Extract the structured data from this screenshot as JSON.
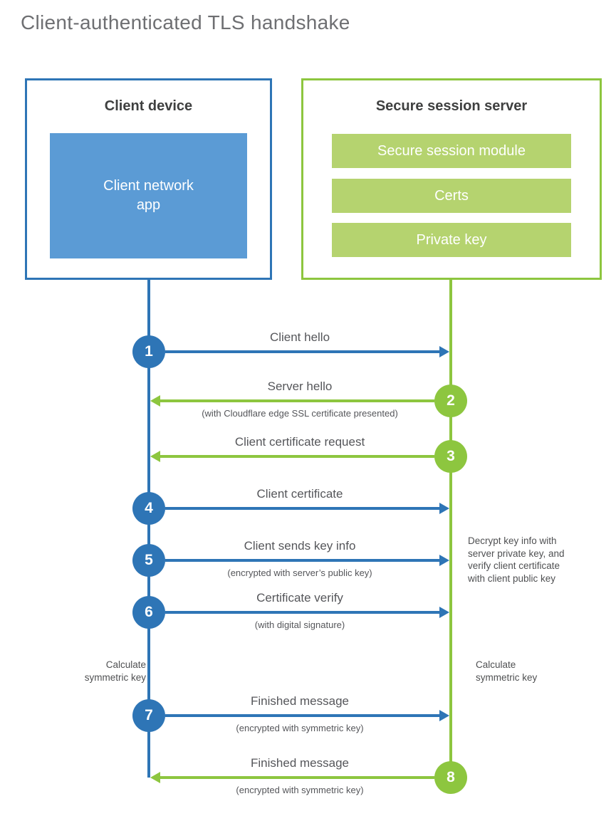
{
  "title": "Client-authenticated TLS handshake",
  "colors": {
    "blue": "#2e75b6",
    "blue_light": "#5b9bd5",
    "green": "#8dc63f",
    "green_light": "#b5d36f"
  },
  "client_box": {
    "title": "Client device",
    "app_label": "Client network\napp"
  },
  "server_box": {
    "title": "Secure session server",
    "modules": [
      "Secure session module",
      "Certs",
      "Private key"
    ]
  },
  "steps": [
    {
      "num": "1",
      "direction": "right",
      "label": "Client hello",
      "sub": ""
    },
    {
      "num": "2",
      "direction": "left",
      "label": "Server hello",
      "sub": "(with Cloudflare edge SSL certificate presented)"
    },
    {
      "num": "3",
      "direction": "left",
      "label": "Client certificate request",
      "sub": ""
    },
    {
      "num": "4",
      "direction": "right",
      "label": "Client certificate",
      "sub": ""
    },
    {
      "num": "5",
      "direction": "right",
      "label": "Client sends key info",
      "sub": "(encrypted with server’s public key)"
    },
    {
      "num": "6",
      "direction": "right",
      "label": "Certificate verify",
      "sub": "(with digital signature)"
    },
    {
      "num": "7",
      "direction": "right",
      "label": "Finished message",
      "sub": "(encrypted with symmetric key)"
    },
    {
      "num": "8",
      "direction": "left",
      "label": "Finished message",
      "sub": "(encrypted with symmetric key)"
    }
  ],
  "notes": {
    "decrypt": "Decrypt key info with\nserver private key, and\nverify client certificate\nwith client public key",
    "calc_left": "Calculate\nsymmetric key",
    "calc_right": "Calculate\nsymmetric key"
  }
}
